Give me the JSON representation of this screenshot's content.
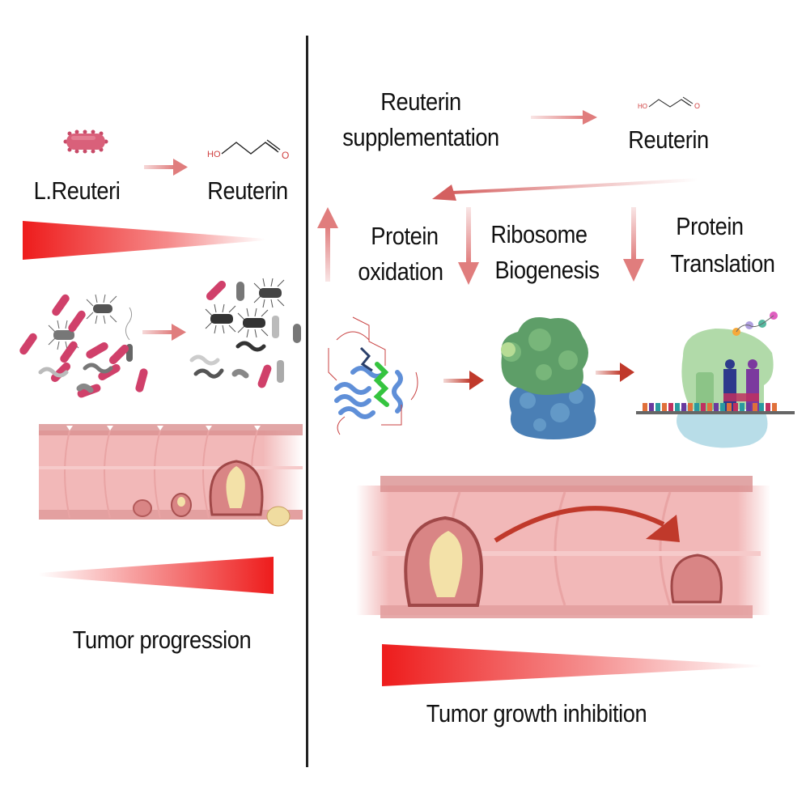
{
  "left_panel": {
    "source_label": "L.Reuteri",
    "product_label": "Reuterin",
    "molecule": {
      "hydroxyl_label": "HO",
      "carbonyl_label": "O"
    },
    "outcome_label": "Tumor progression",
    "icons": [
      "rod-bacterium-icon",
      "reuterin-molecule-icon",
      "bacteria-community-icon",
      "colon-with-tumors-icon",
      "gradient-wedge-icon"
    ]
  },
  "right_panel": {
    "input_label_line1": "Reuterin",
    "input_label_line2": "supplementation",
    "product_label": "Reuterin",
    "molecule": {
      "hydroxyl_label": "HO",
      "carbonyl_label": "O"
    },
    "effects": [
      {
        "line1": "Protein",
        "line2": "oxidation",
        "direction": "up"
      },
      {
        "line1": "Ribosome",
        "line2": "Biogenesis",
        "direction": "down"
      },
      {
        "line1": "Protein",
        "line2": "Translation",
        "direction": "down"
      }
    ],
    "outcome_label": "Tumor growth inhibition",
    "icons": [
      "oxidized-protein-icon",
      "ribosome-icon",
      "translation-complex-icon",
      "colon-with-shrinking-tumor-icon",
      "gradient-wedge-icon"
    ]
  },
  "colors": {
    "arrow_pink": "#e07d7d",
    "arrow_dark_red": "#c0392b",
    "gradient_red": "#ee1c1c",
    "divider": "#222222",
    "bacterium_pink": "#d9556f",
    "colon_pink": "#f2b8b8"
  }
}
